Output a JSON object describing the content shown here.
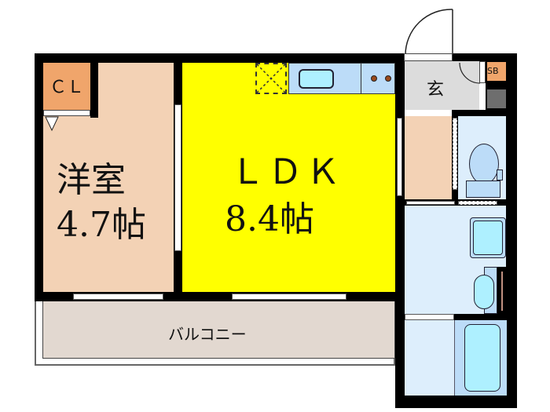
{
  "floorplan": {
    "rooms": {
      "western_room": {
        "name": "洋室",
        "size": "4.7帖",
        "color": "#f3d2b5"
      },
      "ldk": {
        "name": "ＬＤＫ",
        "size": "8.4帖",
        "color": "#ffff00"
      },
      "closet": {
        "label": "ＣＬ",
        "color": "#f0a56b"
      },
      "entrance": {
        "label": "玄",
        "color": "#dcdcdc"
      },
      "shoe_box": {
        "label": "SB",
        "color": "#f0a56b"
      },
      "balcony": {
        "label": "バルコニー",
        "color": "#e2d8d0"
      },
      "corridor": {
        "color": "#f3d2b5"
      },
      "toilet": {
        "color": "#ddeefc"
      },
      "washroom": {
        "color": "#ddeefc"
      },
      "bathroom": {
        "color": "#ddeefc"
      }
    },
    "colors": {
      "wall": "#000000",
      "fixture_blue": "#bcdcf8",
      "fixture_cyan": "#aef0ff",
      "stove_dot": "#9a4a1c",
      "meter_box": "#6e6e6e"
    }
  }
}
